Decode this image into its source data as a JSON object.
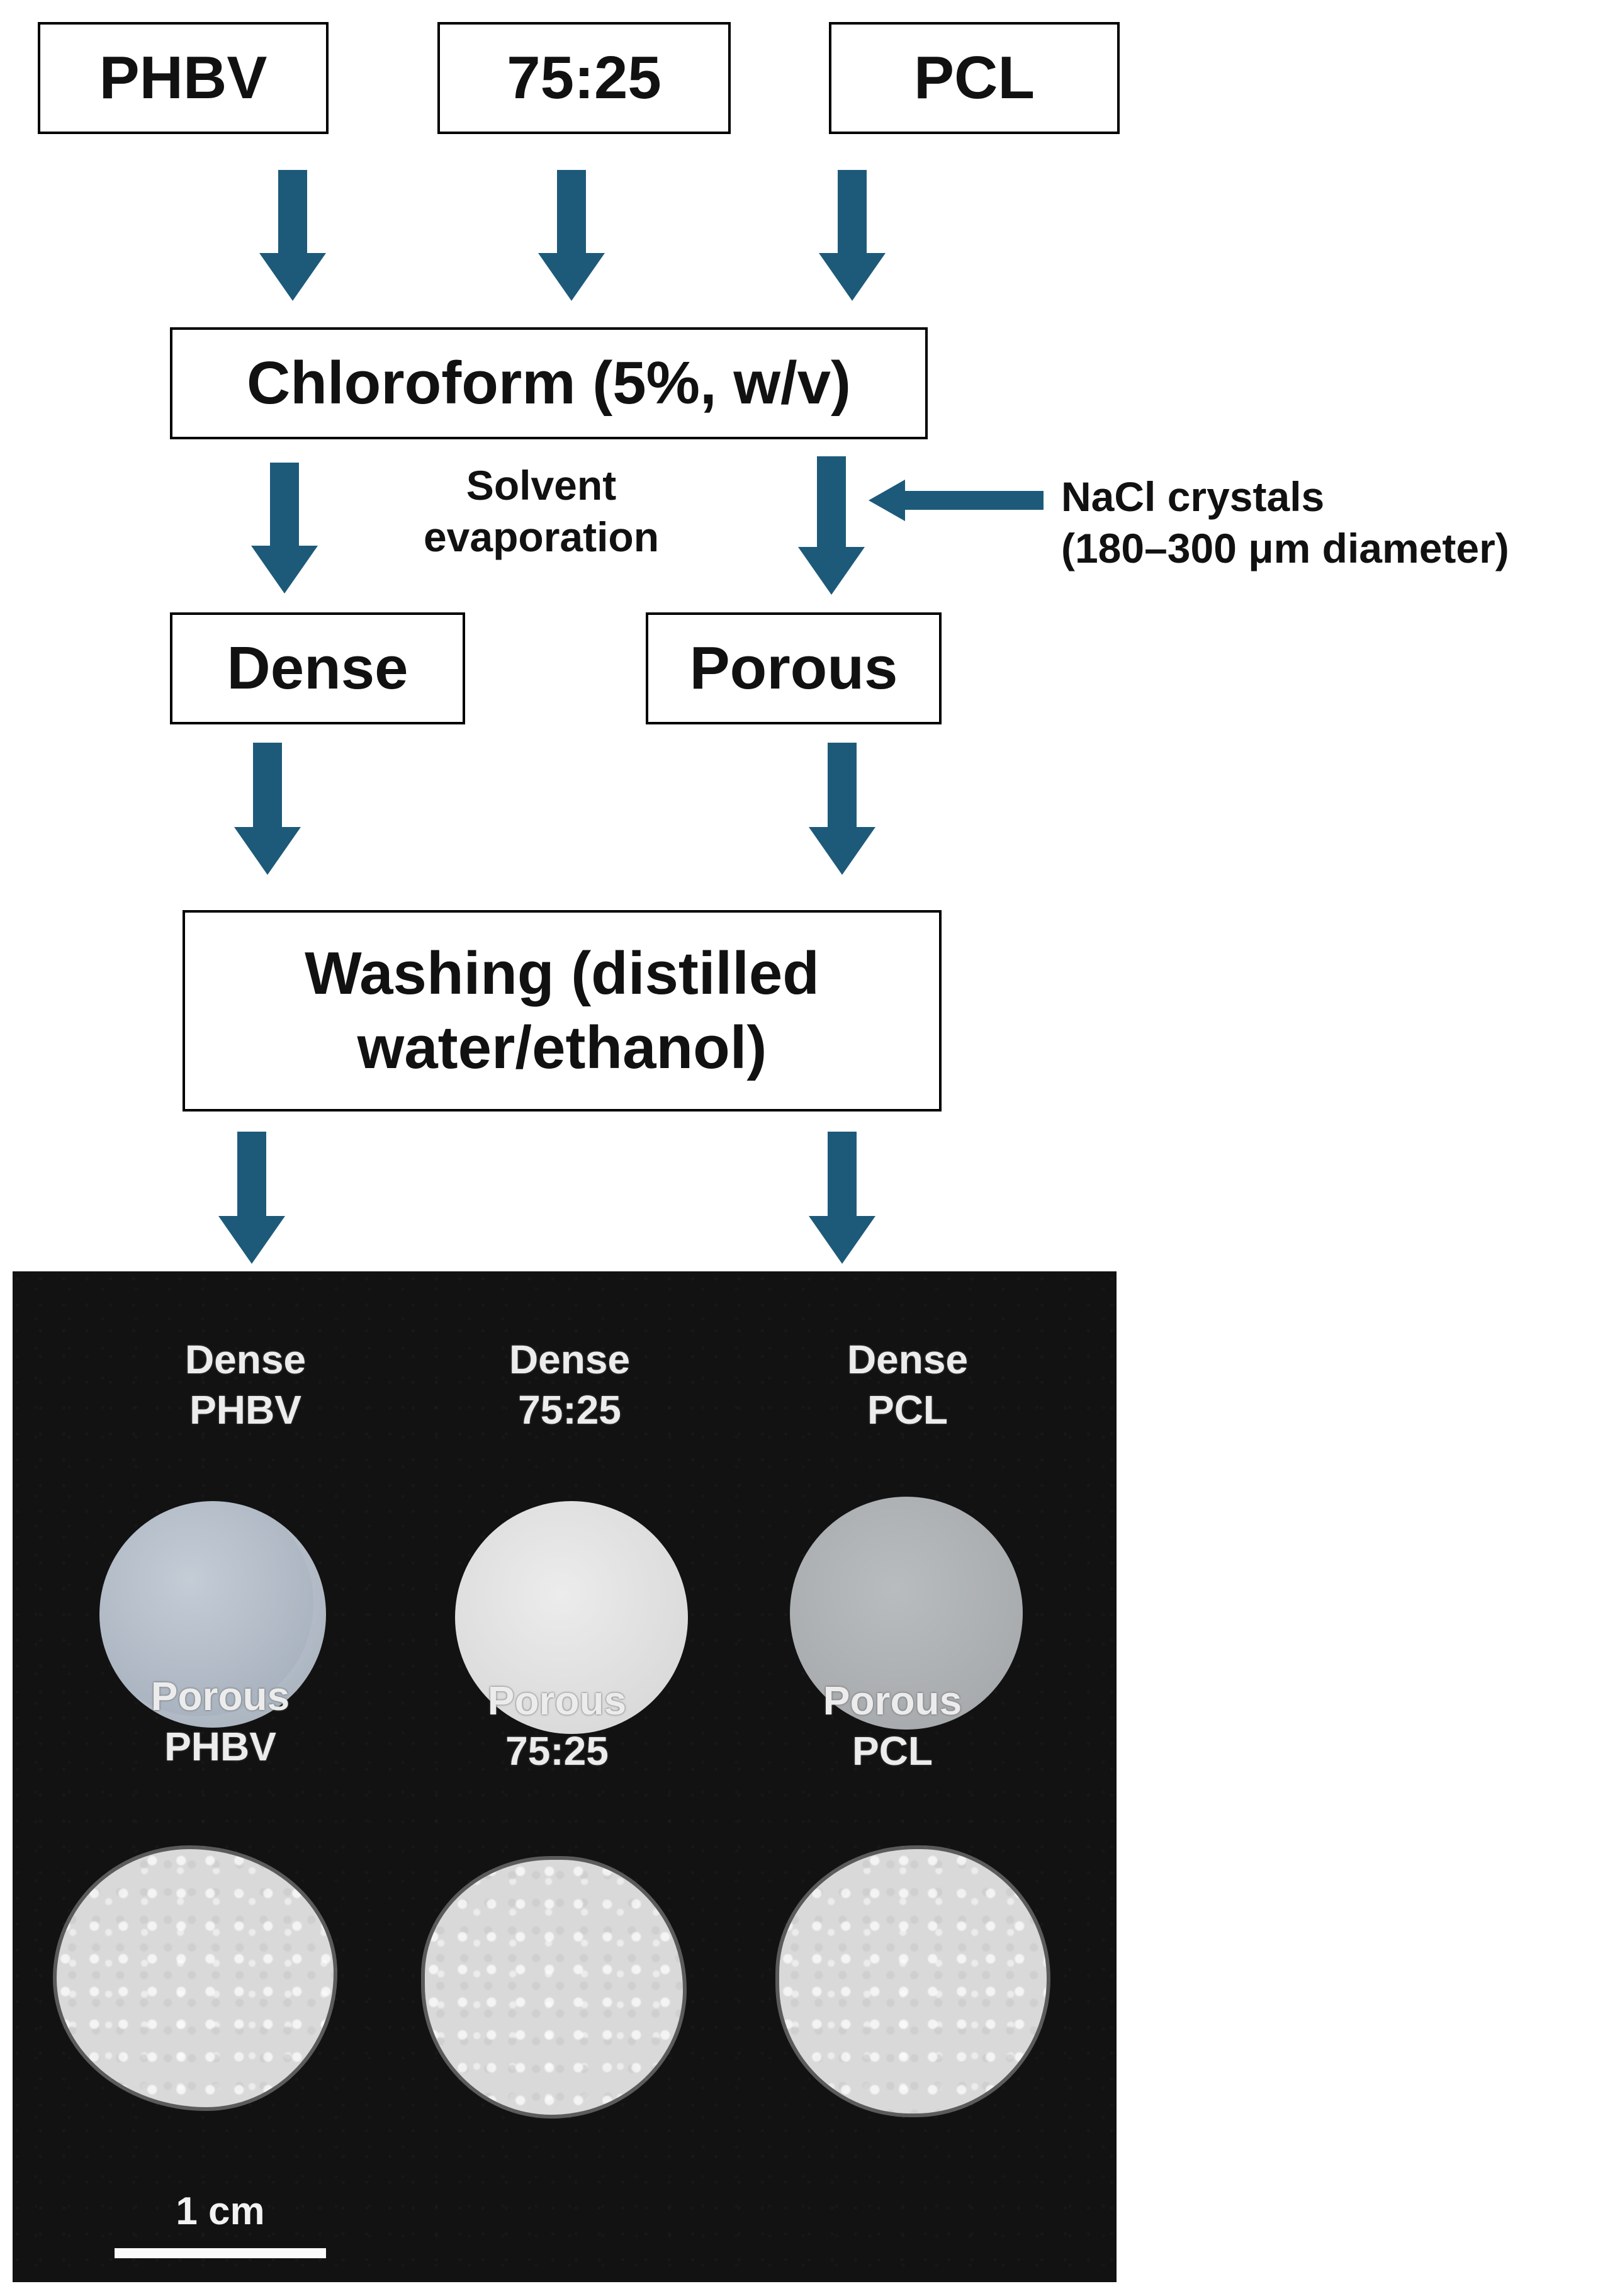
{
  "colors": {
    "arrow": "#1d5a7a",
    "box_border": "#000000",
    "photo_background": "#121212"
  },
  "flow": {
    "top_boxes": [
      "PHBV",
      "75:25",
      "PCL"
    ],
    "solvent_box": "Chloroform (5%, w/v)",
    "solvent_evaporation": {
      "line1": "Solvent",
      "line2": "evaporation"
    },
    "nacl": {
      "line1": "NaCl crystals",
      "line2": "(180–300 μm diameter)"
    },
    "dense_box": "Dense",
    "porous_box": "Porous",
    "washing_box": {
      "line1": "Washing (distilled",
      "line2": "water/ethanol)"
    }
  },
  "photo": {
    "labels": {
      "dense_phbv": {
        "line1": "Dense",
        "line2": "PHBV"
      },
      "dense_7525": {
        "line1": "Dense",
        "line2": "75:25"
      },
      "dense_pcl": {
        "line1": "Dense",
        "line2": "PCL"
      },
      "porous_phbv": {
        "line1": "Porous",
        "line2": "PHBV"
      },
      "porous_7525": {
        "line1": "Porous",
        "line2": "75:25"
      },
      "porous_pcl": {
        "line1": "Porous",
        "line2": "PCL"
      }
    },
    "scale_bar_label": "1 cm"
  }
}
